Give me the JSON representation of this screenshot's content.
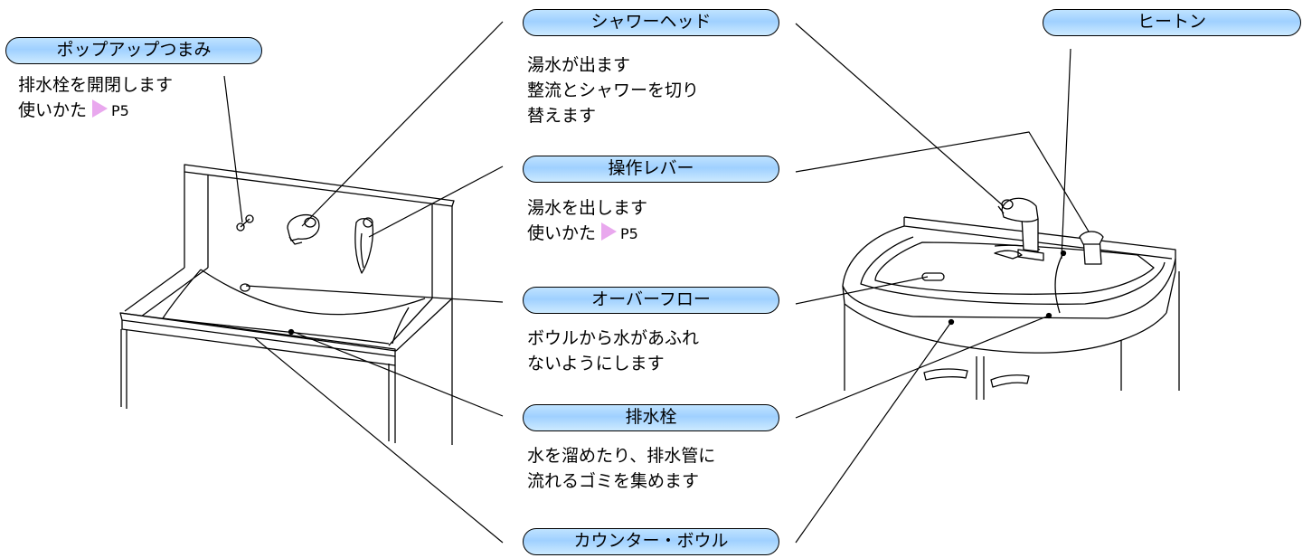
{
  "labels": {
    "popup_knob": {
      "title": "ポップアップつまみ",
      "desc": [
        "排水栓を開閉します"
      ],
      "ref_prefix": "使いかた",
      "ref_page": "P5"
    },
    "shower_head": {
      "title": "シャワーヘッド",
      "desc": [
        "湯水が出ます",
        "整流とシャワーを切り",
        "替えます"
      ]
    },
    "heaton": {
      "title": "ヒートン"
    },
    "lever": {
      "title": "操作レバー",
      "desc": [
        "湯水を出します"
      ],
      "ref_prefix": "使いかた",
      "ref_page": "P5"
    },
    "overflow": {
      "title": "オーバーフロー",
      "desc": [
        "ボウルから水があふれ",
        "ないようにします"
      ]
    },
    "drain_plug": {
      "title": "排水栓",
      "desc": [
        "水を溜めたり、排水管に",
        "流れるゴミを集めます"
      ]
    },
    "counter_bowl": {
      "title": "カウンター・ボウル"
    }
  },
  "colors": {
    "pill_fill": "#a8d6ff",
    "reference_arrow": "#e9a8ee",
    "line": "#000000"
  },
  "icons": [
    "reference-arrow-icon"
  ]
}
